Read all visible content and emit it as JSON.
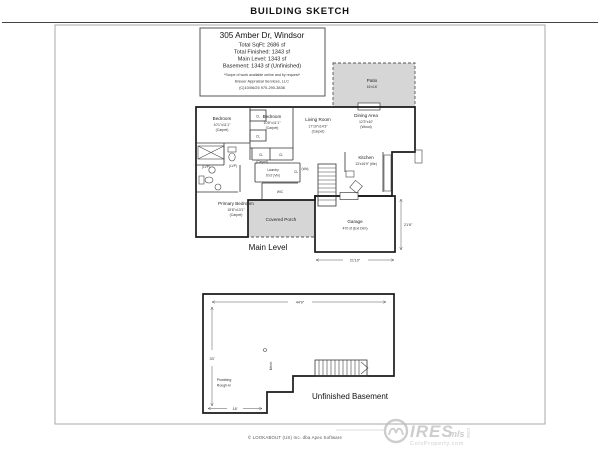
{
  "page": {
    "title": "BUILDING SKETCH",
    "footer": "© LOOKABOUT (US) Inc. dba Apex Software"
  },
  "info_box": {
    "address": "305 Amber Dr, Windsor",
    "total_sqft": "Total SqFt: 2686 sf",
    "total_finished": "Total Finished: 1343 sf",
    "main_level": "Main Level: 1343 sf",
    "basement": "Basement: 1343 sf (Unfinished)",
    "note": "*Scope of work available online and by request*",
    "company": "Breuer Appraisal Services, LLC",
    "copyright": "(C)10/06/25  970-290-3836"
  },
  "main_level": {
    "label": "Main Level",
    "bedroom1": {
      "name": "Bedroom",
      "dims": "10'1\"x11'1\"",
      "floor": "(Carpet)"
    },
    "bedroom2": {
      "name": "Bedroom",
      "dims": "10'8\"x11'1\"",
      "floor": "(Carpet)"
    },
    "living_room": {
      "name": "Living Room",
      "dims": "17'10\"x14'3\"",
      "floor": "(Carpet)"
    },
    "dining_area": {
      "name": "Dining Area",
      "dims": "12'3\"x10'",
      "floor": "(Wood)"
    },
    "kitchen": {
      "name": "Kitchen",
      "dims": "13'x16'9\" (tile)"
    },
    "laundry": {
      "name": "Laundry",
      "dims": "6'x3' (Vin)"
    },
    "primary_bedroom": {
      "name": "Primary Bedroom",
      "dims": "15'8\"x13'1\"",
      "floor": "(Carpet)"
    },
    "covered_porch": "Covered Porch",
    "garage": {
      "name": "Garage",
      "area": "470 sf (Ext Dim)",
      "dim_right": "21'6\"",
      "dim_bottom": "21'10\""
    },
    "patio": {
      "name": "Patio",
      "dims": "16'x16'"
    },
    "closet": "CL",
    "wic": "WIC",
    "lvp": "(LVP)",
    "hall_floor": "(Carpet)",
    "wood": "(Wd)"
  },
  "basement": {
    "label": "Unfinished Basement",
    "mech": "Mech",
    "plumbing_line1": "Plumbing",
    "plumbing_line2": "Rough-In",
    "dim_top": "44'9\"",
    "dim_left": "33'",
    "dim_bottom": "18'"
  },
  "watermark": {
    "brand": "IRES",
    "suffix": "mls",
    "tagline": "ColoProperty.com"
  },
  "colors": {
    "wall": "#1a1a1a",
    "fill_gray": "#d6d6d6",
    "watermark": "#bdbdbd"
  }
}
